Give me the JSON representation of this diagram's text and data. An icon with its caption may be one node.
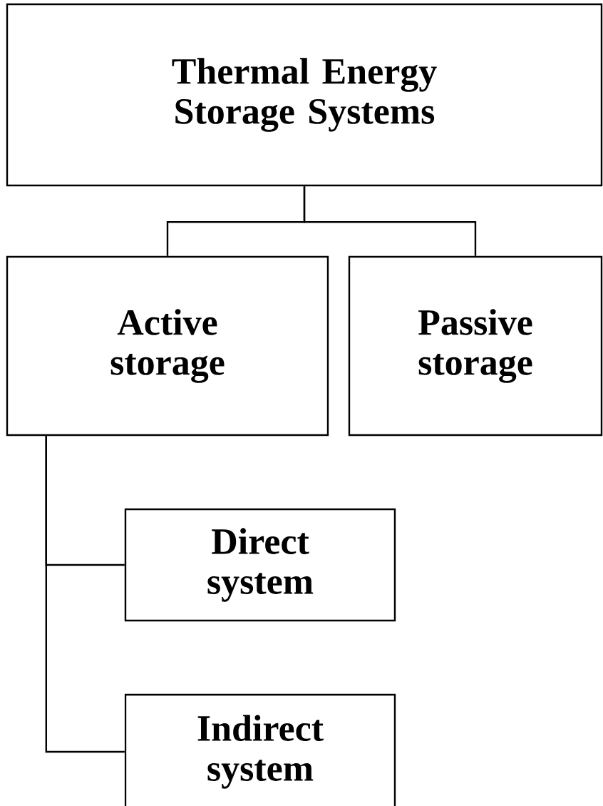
{
  "diagram": {
    "nodes": [
      {
        "text": [
          "Thermal Energy Storage Systems"
        ]
      },
      {
        "text": [
          "Active storage"
        ]
      },
      {
        "text": [
          "Passive storage"
        ]
      },
      {
        "text": [
          "Direct system"
        ]
      },
      {
        "text": [
          "Indirect system"
        ]
      }
    ],
    "edges": [
      {
        "from": 0,
        "to": 1,
        "arrow": "none"
      },
      {
        "from": 0,
        "to": 2,
        "arrow": "none"
      },
      {
        "from": 1,
        "to": 3,
        "arrow": "none"
      },
      {
        "from": 1,
        "to": 4,
        "arrow": "none"
      }
    ]
  }
}
